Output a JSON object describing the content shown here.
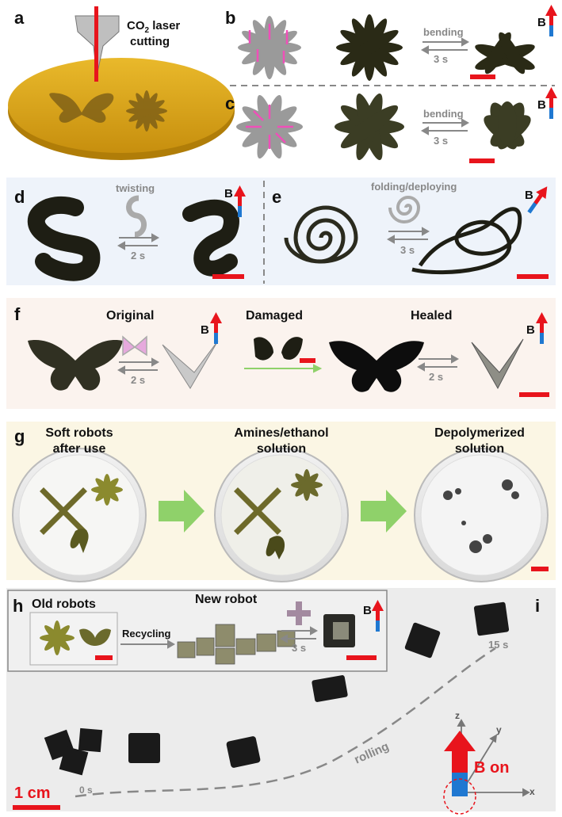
{
  "panels": {
    "a": {
      "letter": "a",
      "co2": "CO",
      "co2_sub": "2",
      "laser_rest": " laser",
      "cutting": "cutting"
    },
    "b": {
      "letter": "b",
      "action": "bending",
      "time": "3 s",
      "field": "B"
    },
    "c": {
      "letter": "c",
      "action": "bending",
      "time": "3 s",
      "field": "B"
    },
    "d": {
      "letter": "d",
      "action": "twisting",
      "time": "2 s",
      "field": "B"
    },
    "e": {
      "letter": "e",
      "action": "folding/deploying",
      "time": "3 s",
      "field": "B"
    },
    "f": {
      "letter": "f",
      "original": "Original",
      "damaged": "Damaged",
      "healed": "Healed",
      "time1": "2 s",
      "time2": "2 s",
      "field1": "B",
      "field2": "B"
    },
    "g": {
      "letter": "g",
      "stage1_line1": "Soft robots",
      "stage1_line2": "after use",
      "stage2_line1": "Amines/ethanol",
      "stage2_line2": "solution",
      "stage3_line1": "Depolymerized",
      "stage3_line2": "solution"
    },
    "h": {
      "letter": "h",
      "old": "Old robots",
      "new": "New robot",
      "recycling": "Recycling",
      "time": "3 s",
      "field": "B"
    },
    "i": {
      "letter": "i",
      "t0": "0 s",
      "t15": "15 s",
      "rolling": "rolling",
      "field_on": "B on",
      "scale": "1 cm",
      "axis_x": "x",
      "axis_y": "y",
      "axis_z": "z"
    }
  },
  "colors": {
    "scale_bar": "#e8141c",
    "arrow_gray": "#888888",
    "panel_d_bg": "#eef3fa",
    "panel_f_bg": "#fbf3ee",
    "panel_g_bg": "#fbf6e4",
    "panel_i_bg": "#eeeeee",
    "green_arrow": "#8fd16a",
    "magnet_red": "#e8141c",
    "magnet_blue": "#1f78d1"
  }
}
